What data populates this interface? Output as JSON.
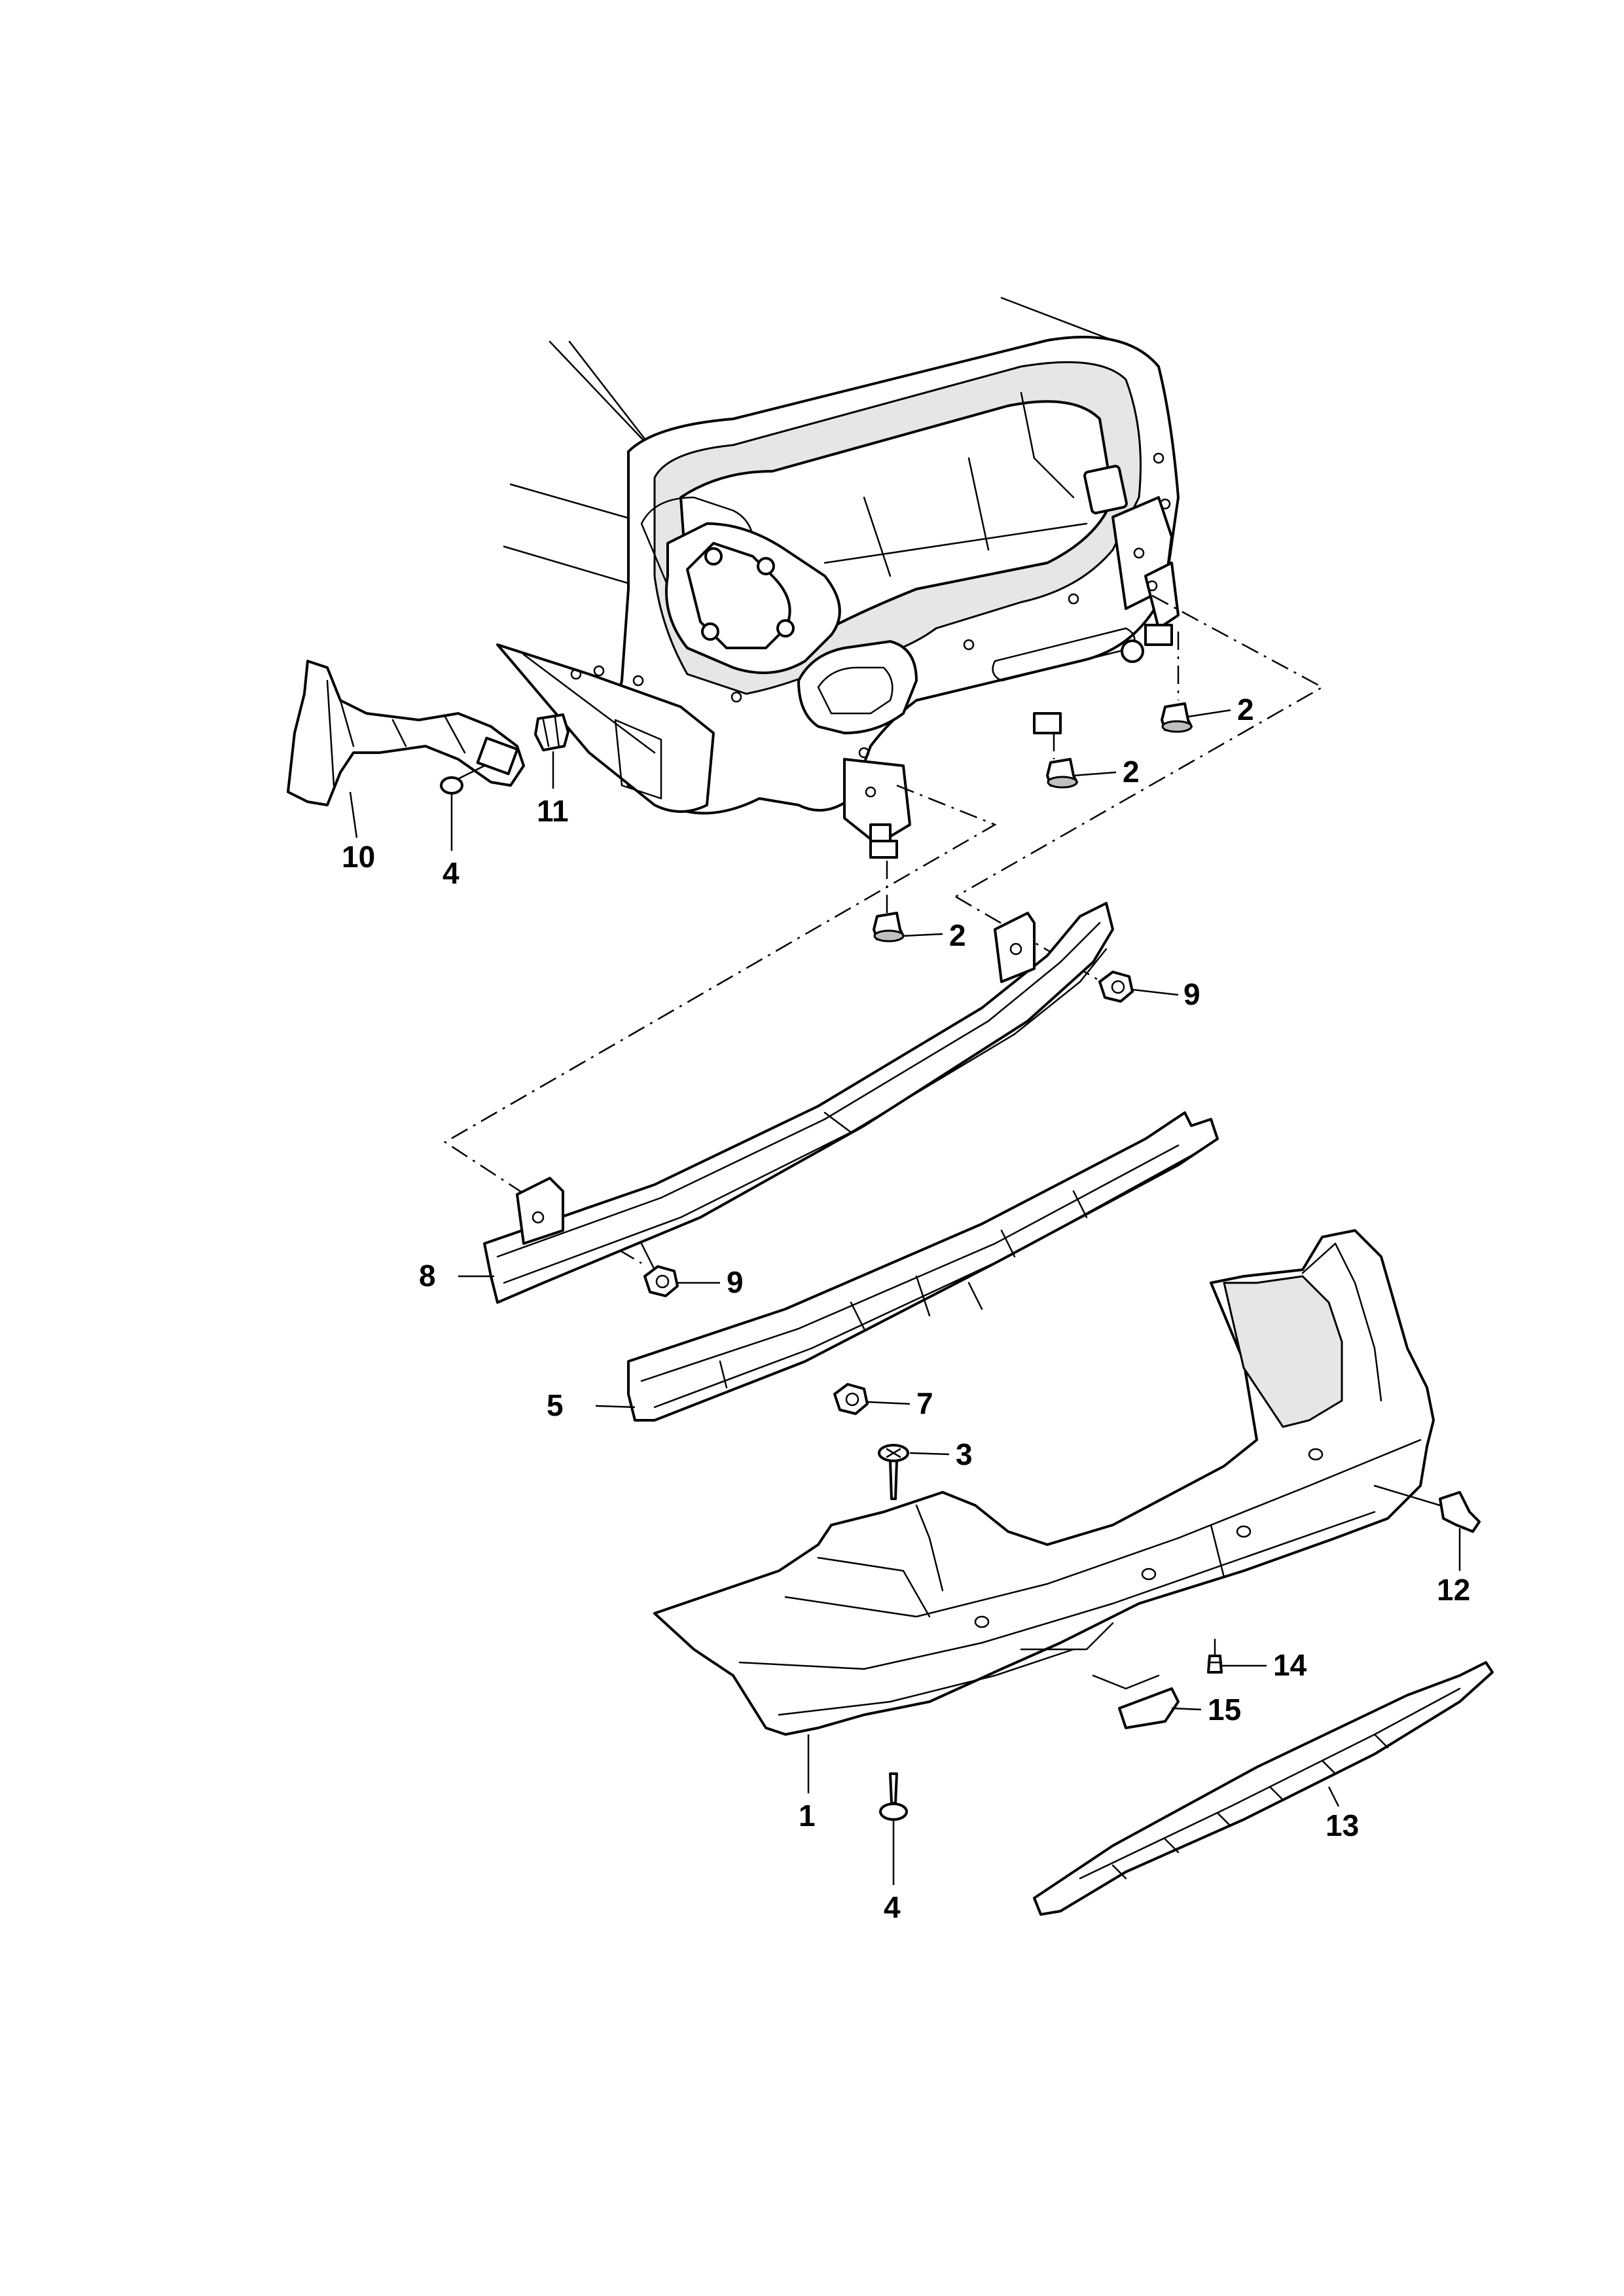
{
  "callouts": {
    "c1": "1",
    "c2a": "2",
    "c2b": "2",
    "c2c": "2",
    "c3": "3",
    "c4a": "4",
    "c4b": "4",
    "c5": "5",
    "c7": "7",
    "c8": "8",
    "c9a": "9",
    "c9b": "9",
    "c10": "10",
    "c11": "11",
    "c12": "12",
    "c13": "13",
    "c14": "14",
    "c15": "15"
  }
}
